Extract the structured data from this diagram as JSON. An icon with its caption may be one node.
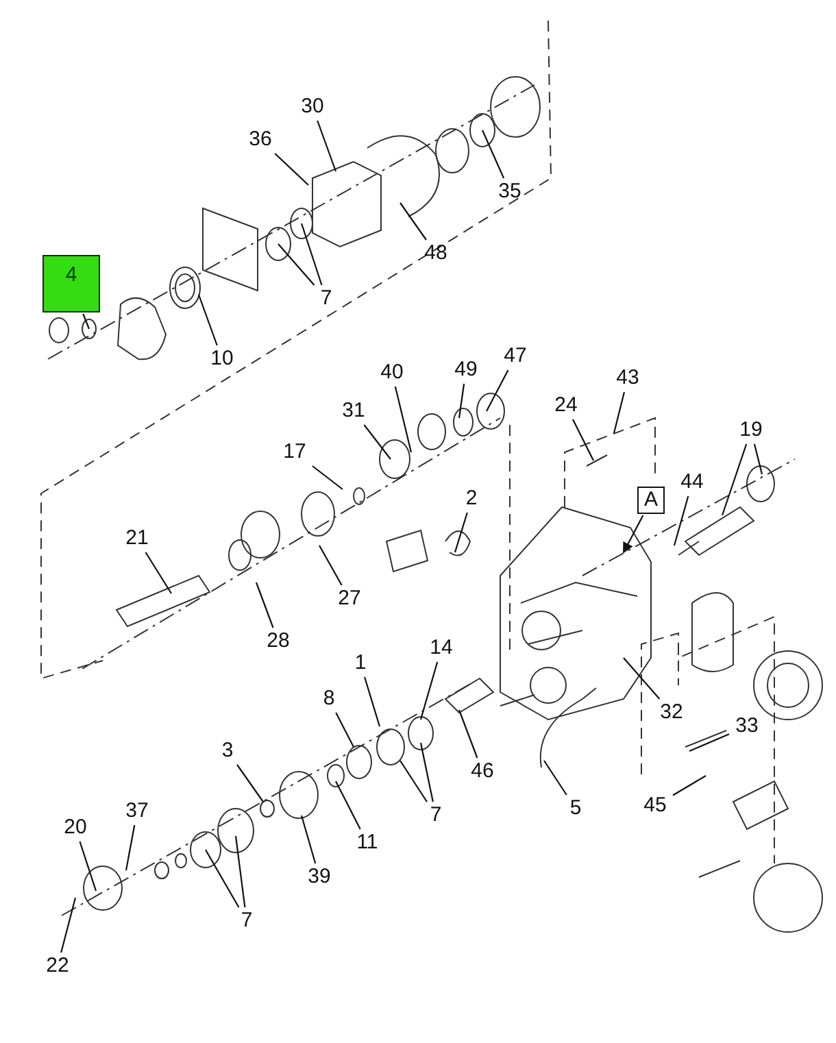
{
  "diagram": {
    "nodes": [
      {
        "text": [
          "30"
        ]
      },
      {
        "text": [
          "36"
        ]
      },
      {
        "text": [
          "35"
        ]
      },
      {
        "text": [
          "48"
        ]
      },
      {
        "text": [
          "4"
        ]
      },
      {
        "text": [
          "7"
        ]
      },
      {
        "text": [
          "10"
        ]
      },
      {
        "text": [
          "47"
        ]
      },
      {
        "text": [
          "49"
        ]
      },
      {
        "text": [
          "40"
        ]
      },
      {
        "text": [
          "24"
        ]
      },
      {
        "text": [
          "43"
        ]
      },
      {
        "text": [
          "31"
        ]
      },
      {
        "text": [
          "19"
        ]
      },
      {
        "text": [
          "17"
        ]
      },
      {
        "text": [
          "44"
        ]
      },
      {
        "text": [
          "2"
        ]
      },
      {
        "text": [
          "A"
        ]
      },
      {
        "text": [
          "21"
        ]
      },
      {
        "text": [
          "27"
        ]
      },
      {
        "text": [
          "28"
        ]
      },
      {
        "text": [
          "14"
        ]
      },
      {
        "text": [
          "1"
        ]
      },
      {
        "text": [
          "8"
        ]
      },
      {
        "text": [
          "46"
        ]
      },
      {
        "text": [
          "32"
        ]
      },
      {
        "text": [
          "33"
        ]
      },
      {
        "text": [
          "3"
        ]
      },
      {
        "text": [
          "5"
        ]
      },
      {
        "text": [
          "7"
        ]
      },
      {
        "text": [
          "45"
        ]
      },
      {
        "text": [
          "37"
        ]
      },
      {
        "text": [
          "11"
        ]
      },
      {
        "text": [
          "20"
        ]
      },
      {
        "text": [
          "39"
        ]
      },
      {
        "text": [
          "7"
        ]
      },
      {
        "text": [
          "22"
        ]
      }
    ],
    "edges": [
      {
        "from": 0,
        "to": null,
        "arrow": "none"
      },
      {
        "from": 1,
        "to": null,
        "arrow": "none"
      },
      {
        "from": 2,
        "to": null,
        "arrow": "none"
      },
      {
        "from": 3,
        "to": null,
        "arrow": "none"
      },
      {
        "from": 4,
        "to": null,
        "arrow": "none"
      },
      {
        "from": 5,
        "to": null,
        "arrow": "none"
      },
      {
        "from": 5,
        "to": null,
        "arrow": "none"
      },
      {
        "from": 6,
        "to": null,
        "arrow": "none"
      },
      {
        "from": 7,
        "to": null,
        "arrow": "none"
      },
      {
        "from": 8,
        "to": null,
        "arrow": "none"
      },
      {
        "from": 9,
        "to": null,
        "arrow": "none"
      },
      {
        "from": 10,
        "to": null,
        "arrow": "none"
      },
      {
        "from": 11,
        "to": null,
        "arrow": "none"
      },
      {
        "from": 12,
        "to": null,
        "arrow": "none"
      },
      {
        "from": 13,
        "to": null,
        "arrow": "none"
      },
      {
        "from": 13,
        "to": null,
        "arrow": "none"
      },
      {
        "from": 14,
        "to": null,
        "arrow": "none"
      },
      {
        "from": 15,
        "to": null,
        "arrow": "none"
      },
      {
        "from": 16,
        "to": null,
        "arrow": "none"
      },
      {
        "from": 17,
        "to": null,
        "arrow": "to"
      },
      {
        "from": 18,
        "to": null,
        "arrow": "none"
      },
      {
        "from": 19,
        "to": null,
        "arrow": "none"
      },
      {
        "from": 20,
        "to": null,
        "arrow": "none"
      },
      {
        "from": 21,
        "to": null,
        "arrow": "none"
      },
      {
        "from": 22,
        "to": null,
        "arrow": "none"
      },
      {
        "from": 23,
        "to": null,
        "arrow": "none"
      },
      {
        "from": 24,
        "to": null,
        "arrow": "none"
      },
      {
        "from": 25,
        "to": null,
        "arrow": "none"
      },
      {
        "from": 26,
        "to": null,
        "arrow": "none"
      },
      {
        "from": 27,
        "to": null,
        "arrow": "none"
      },
      {
        "from": 28,
        "to": null,
        "arrow": "none"
      },
      {
        "from": 29,
        "to": null,
        "arrow": "none"
      },
      {
        "from": 29,
        "to": null,
        "arrow": "none"
      },
      {
        "from": 30,
        "to": null,
        "arrow": "none"
      },
      {
        "from": 31,
        "to": null,
        "arrow": "none"
      },
      {
        "from": 32,
        "to": null,
        "arrow": "none"
      },
      {
        "from": 33,
        "to": null,
        "arrow": "none"
      },
      {
        "from": 34,
        "to": null,
        "arrow": "none"
      },
      {
        "from": 35,
        "to": null,
        "arrow": "none"
      },
      {
        "from": 35,
        "to": null,
        "arrow": "none"
      },
      {
        "from": 36,
        "to": null,
        "arrow": "none"
      }
    ]
  }
}
